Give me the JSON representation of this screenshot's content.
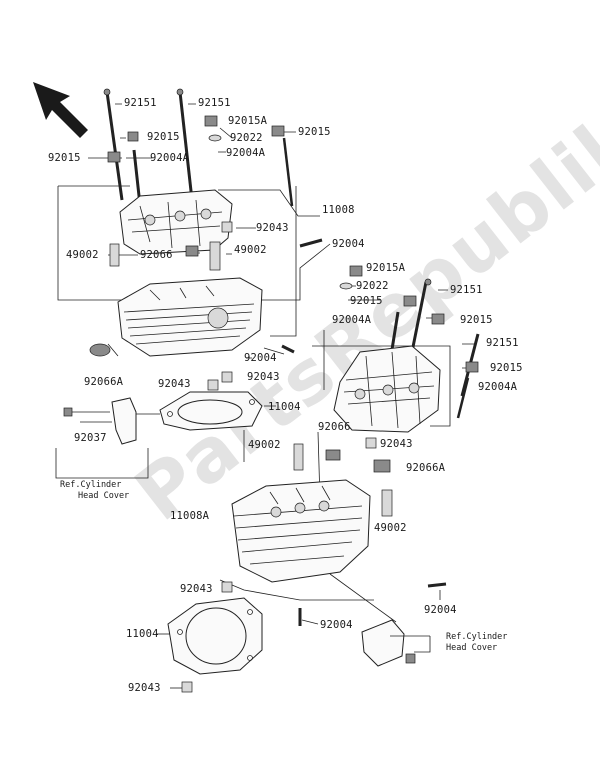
{
  "watermark": "PartsRepublik",
  "direction_arrow_icon": "front-arrow-icon",
  "refs": {
    "front": [
      "Ref.Cylinder",
      "Head Cover"
    ],
    "rear": [
      "Ref.Cylinder",
      "Head Cover"
    ]
  },
  "labels": {
    "p92151_a": "92151",
    "p92151_b": "92151",
    "p92015A_top": "92015A",
    "p92015_a": "92015",
    "p92022_top": "92022",
    "p92015_b": "92015",
    "p92015_c": "92015",
    "p92004A_a": "92004A",
    "p92004A_b": "92004A",
    "p11008": "11008",
    "p92043_a": "92043",
    "p49002_a": "49002",
    "p92066_a": "92066",
    "p49002_b": "49002",
    "p92004_a": "92004",
    "p92015A_r": "92015A",
    "p92022_r": "92022",
    "p92015_r1": "92015",
    "p92151_r1": "92151",
    "p92004A_r": "92004A",
    "p92015_r2": "92015",
    "p92066A_front": "92066A",
    "p92004_b": "92004",
    "p92151_r2": "92151",
    "p92043_b": "92043",
    "p92043_c": "92043",
    "p92015_r3": "92015",
    "p92004A_r2": "92004A",
    "p11004_a": "11004",
    "p92037": "92037",
    "p92066_b": "92066",
    "p49002_c": "49002",
    "p92043_d": "92043",
    "p92066A_rear": "92066A",
    "p11008A": "11008A",
    "p49002_d": "49002",
    "p92043_e": "92043",
    "p92004_c": "92004",
    "p11004_b": "11004",
    "p92004_d": "92004",
    "p92043_f": "92043"
  }
}
